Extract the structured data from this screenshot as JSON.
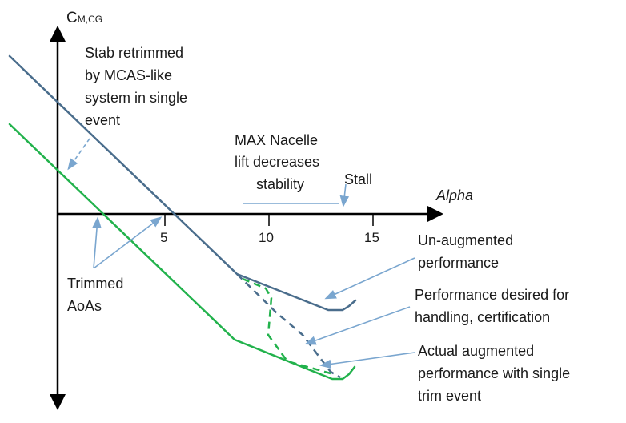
{
  "axes": {
    "y_label_main": "C",
    "y_label_sub": "M,CG",
    "x_label": "Alpha",
    "x_ticks": [
      "5",
      "10",
      "15"
    ]
  },
  "annotations": {
    "stab_retrimmed": [
      "Stab retrimmed",
      "by MCAS-like",
      "system in single",
      "event"
    ],
    "nacelle": [
      "MAX Nacelle",
      "lift decreases",
      "stability"
    ],
    "stall": "Stall",
    "trimmed_aoas": [
      "Trimmed",
      "AoAs"
    ],
    "unaugmented": [
      "Un-augmented",
      "performance"
    ],
    "desired": [
      "Performance desired for",
      "handling, certification"
    ],
    "actual": [
      "Actual augmented",
      "performance with single",
      "trim event"
    ]
  },
  "colors": {
    "blue_curve": "#4a6d8c",
    "green_curve": "#22b24c",
    "arrow": "#7aa6cf",
    "axis": "#000000"
  }
}
